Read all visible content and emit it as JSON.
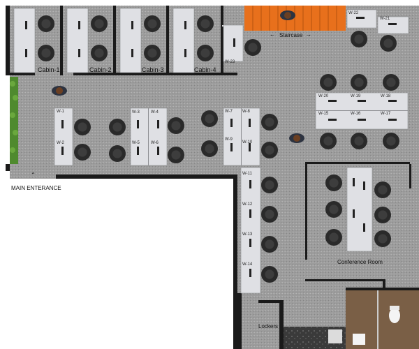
{
  "rooms": {
    "cabins": [
      "Cabin-1",
      "Cabin-2",
      "Cabin-3",
      "Cabin-4"
    ],
    "staircase": "Staircase",
    "main_entrance": "MAIN ENTERANCE",
    "conference_room": "Conference Room",
    "lockers": "Lockers"
  },
  "workstations": [
    "W-1",
    "W-2",
    "W-3",
    "W-4",
    "W-5",
    "W-6",
    "W-7",
    "W-8",
    "W-9",
    "W-10",
    "W-11",
    "W-12",
    "W-13",
    "W-14",
    "W-15",
    "W-16",
    "W-17",
    "W-18",
    "W-19",
    "W-20",
    "W-21",
    "W-22",
    "W-23"
  ],
  "colors": {
    "floor": "#9c9c9c",
    "wall": "#1a1a1a",
    "desk": "#dfe0e4",
    "chair": "#2a2a2a",
    "stairs": "#e8701c",
    "plants": "#4f8a2e",
    "bathroom": "#7a5f46"
  }
}
